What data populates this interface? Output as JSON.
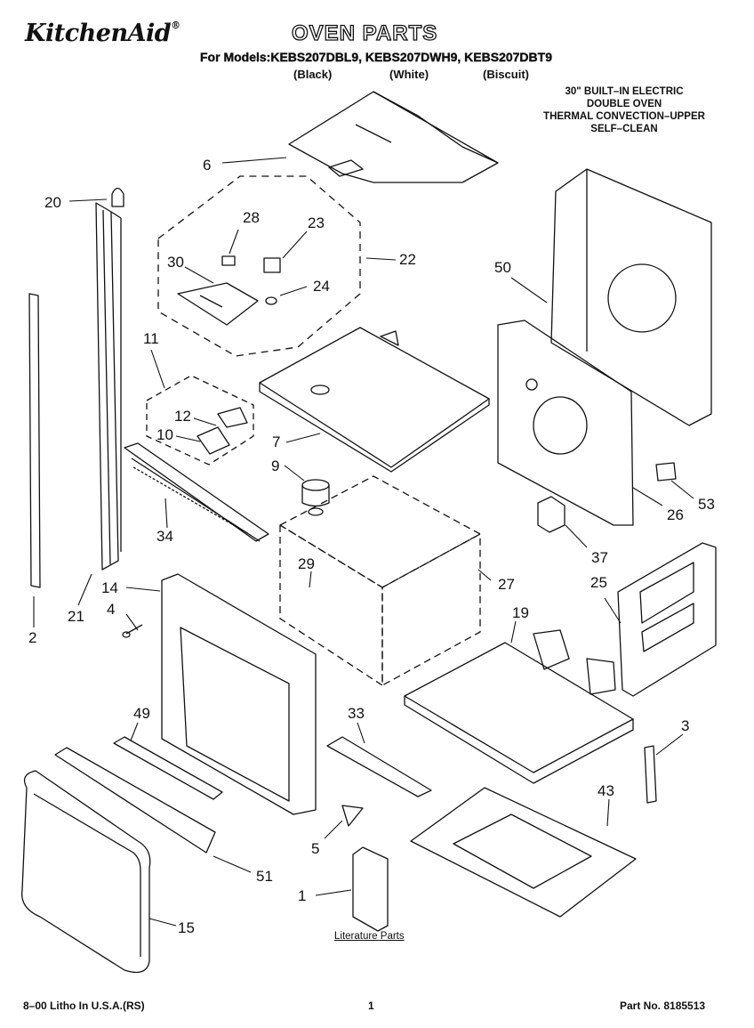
{
  "header": {
    "brand": "KitchenAid",
    "trademark": "®",
    "title": "OVEN PARTS",
    "models_line": "For Models:KEBS207DBL9, KEBS207DWH9, KEBS207DBT9",
    "colors": [
      "(Black)",
      "(White)",
      "(Biscuit)"
    ]
  },
  "description": [
    "30\" BUILT–IN ELECTRIC",
    "DOUBLE OVEN",
    "THERMAL CONVECTION–UPPER",
    "SELF–CLEAN"
  ],
  "callouts": [
    "20",
    "28",
    "23",
    "30",
    "22",
    "24",
    "6",
    "50",
    "11",
    "12",
    "10",
    "7",
    "9",
    "34",
    "53",
    "26",
    "37",
    "29",
    "27",
    "14",
    "4",
    "25",
    "21",
    "2",
    "19",
    "49",
    "33",
    "3",
    "43",
    "5",
    "51",
    "1",
    "15"
  ],
  "literature_label": "Literature Parts",
  "footer": {
    "left": "8–00 Litho In U.S.A.(RS)",
    "page": "1",
    "part_no": "Part No. 8185513"
  }
}
